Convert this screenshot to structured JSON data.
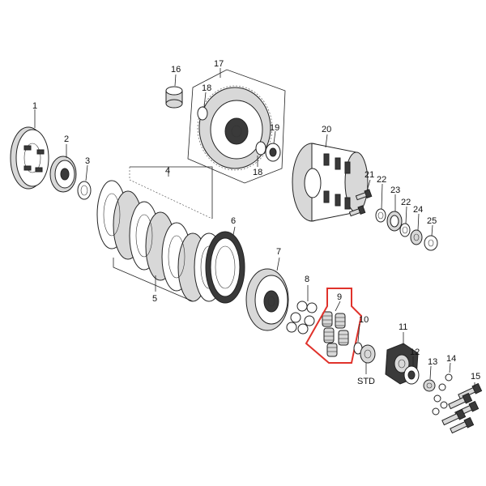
{
  "callouts": {
    "c1": "1",
    "c2": "2",
    "c3": "3",
    "c4": "4",
    "c5": "5",
    "c6": "6",
    "c7": "7",
    "c8": "8",
    "c9": "9",
    "c10": "10",
    "c11": "11",
    "c12": "12",
    "c13": "13",
    "c14": "14",
    "c15": "15",
    "c16": "16",
    "c17": "17",
    "c18a": "18",
    "c18b": "18",
    "c19": "19",
    "c20": "20",
    "c21": "21",
    "c22a": "22",
    "c22b": "22",
    "c23": "23",
    "c24": "24",
    "c25": "25",
    "std": "STD"
  },
  "colors": {
    "line": "#222222",
    "part_fill": "#ffffff",
    "part_shade": "#d8d8d8",
    "dark": "#3a3a3a",
    "highlight": "#e0322b"
  }
}
